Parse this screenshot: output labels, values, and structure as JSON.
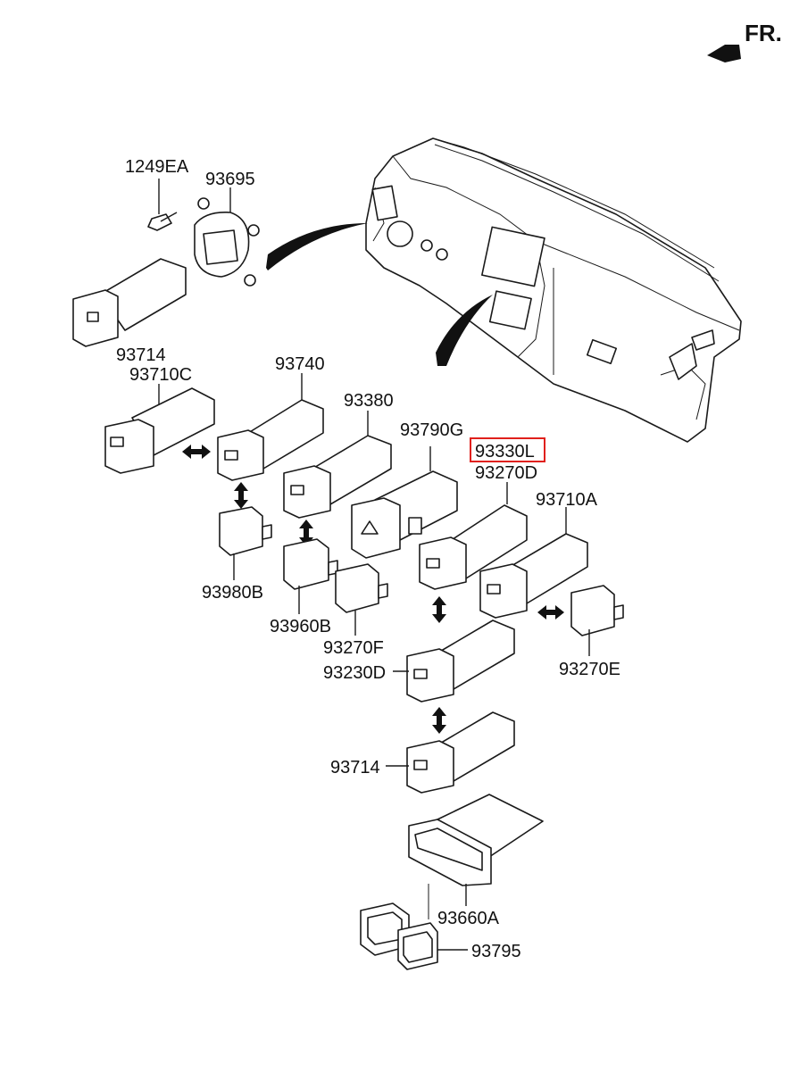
{
  "orientation_label": "FR.",
  "highlight_color": "#e0201b",
  "labels": {
    "p1249EA": "1249EA",
    "p93695": "93695",
    "p93714a": "93714",
    "p93710C": "93710C",
    "p93740": "93740",
    "p93380": "93380",
    "p93790G": "93790G",
    "p93330L": "93330L",
    "p93270D": "93270D",
    "p93710A": "93710A",
    "p93980B": "93980B",
    "p93960B": "93960B",
    "p93270F": "93270F",
    "p93230D": "93230D",
    "p93270E": "93270E",
    "p93714b": "93714",
    "p93660A": "93660A",
    "p93795": "93795"
  }
}
